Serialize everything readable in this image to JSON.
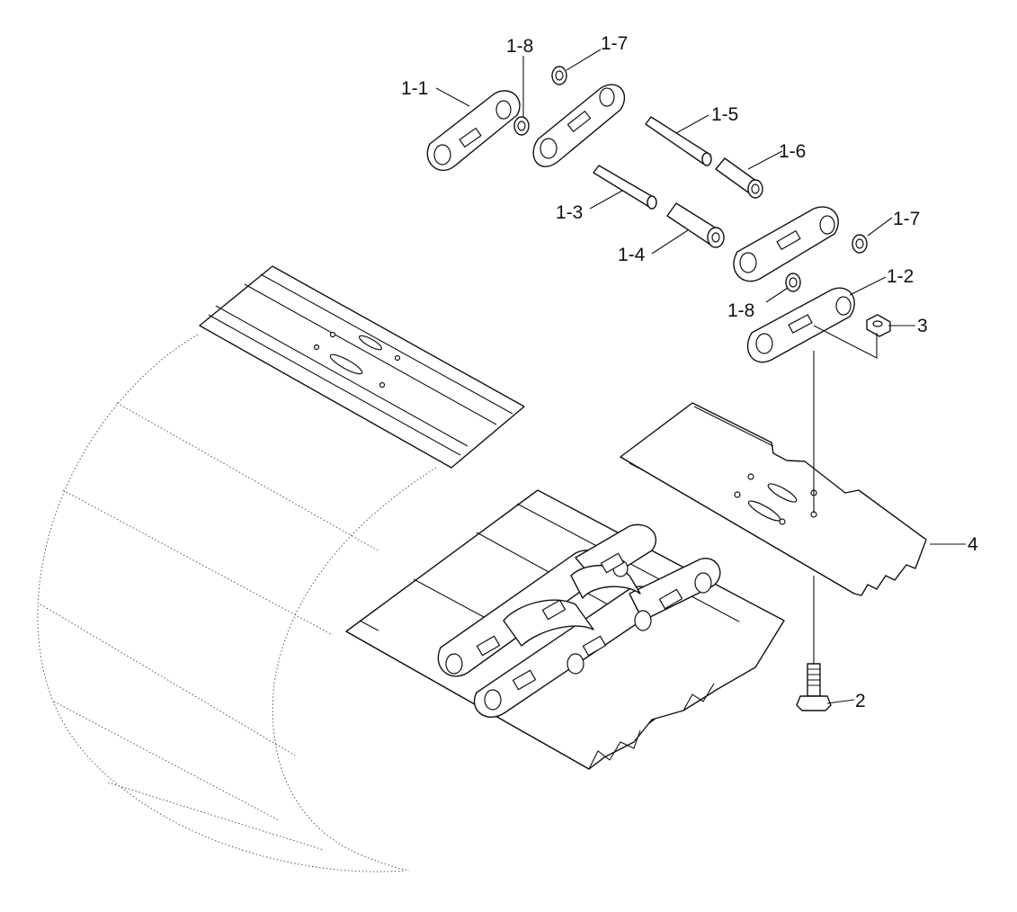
{
  "labels": {
    "p1_1": "1-1",
    "p1_2": "1-2",
    "p1_3": "1-3",
    "p1_4": "1-4",
    "p1_5": "1-5",
    "p1_6": "1-6",
    "p1_7_top": "1-7",
    "p1_7_right": "1-7",
    "p1_8_top": "1-8",
    "p1_8_mid": "1-8",
    "p2": "2",
    "p3": "3",
    "p4": "4"
  },
  "colors": {
    "line": "#111111",
    "background": "#ffffff"
  }
}
